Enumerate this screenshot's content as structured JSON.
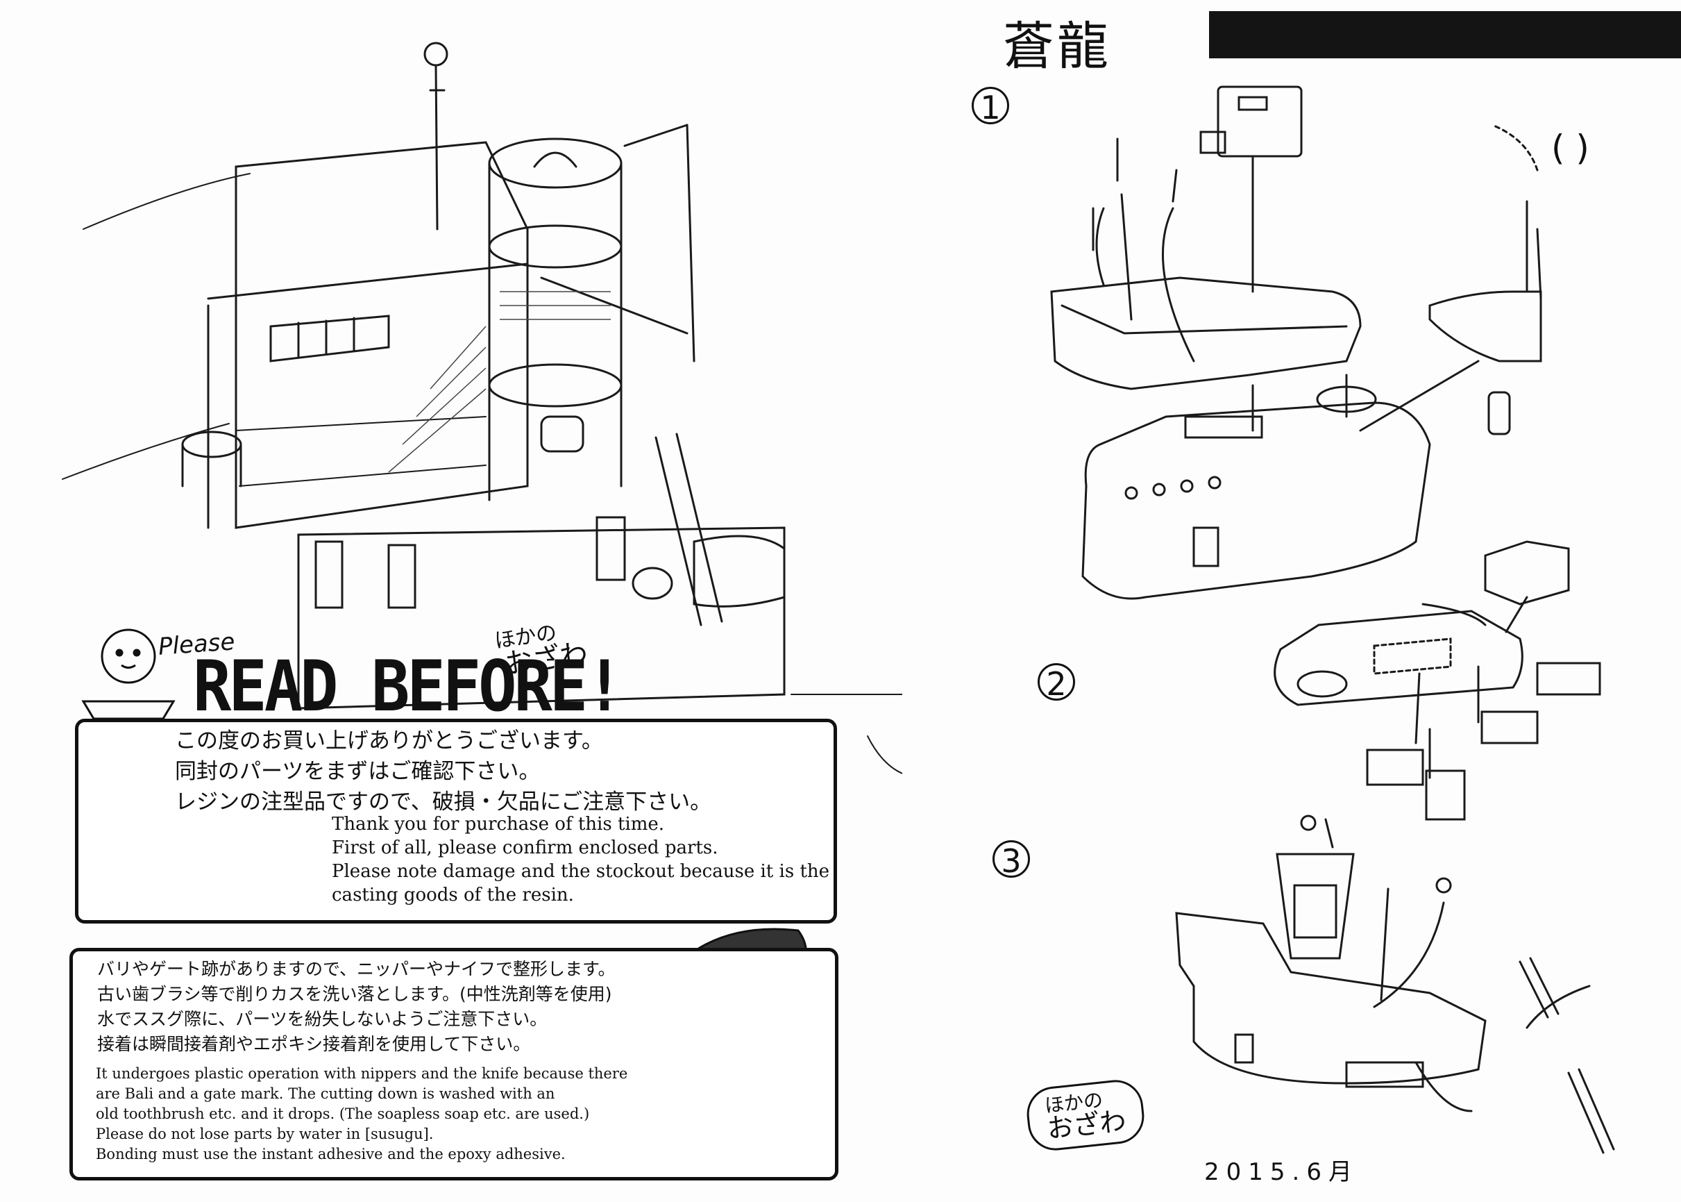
{
  "header": {
    "title_jp": "蒼龍",
    "date": "2015.6月"
  },
  "steps": [
    "1",
    "2",
    "3"
  ],
  "signature": {
    "top_line": "ほかの",
    "bottom_line": "おざわ"
  },
  "notice": {
    "please": "Please",
    "read_before": "READ BEFORE!"
  },
  "box1": {
    "jp": [
      "この度のお買い上げありがとうございます。",
      "同封のパーツをまずはご確認下さい。",
      "レジンの注型品ですので、破損・欠品にご注意下さい。"
    ],
    "en": [
      "Thank you for purchase of this time.",
      "First of all, please confirm enclosed parts.",
      "Please note damage and the stockout because it is the",
      "casting goods of the resin."
    ]
  },
  "box2": {
    "jp": [
      "バリやゲート跡がありますので、ニッパーやナイフで整形します。",
      "古い歯ブラシ等で削りカスを洗い落とします。(中性洗剤等を使用)",
      "水でススグ際に、パーツを紛失しないようご注意下さい。",
      "接着は瞬間接着剤やエポキシ接着剤を使用して下さい。"
    ],
    "en": [
      "It undergoes plastic operation with nippers and the knife because there",
      "are Bali and a gate mark. The cutting down is washed with an",
      "old toothbrush etc. and it drops. (The soapless soap etc. are used.)",
      "Please do not lose parts by water in [susugu].",
      "Bonding must use the instant adhesive and the epoxy adhesive."
    ]
  }
}
